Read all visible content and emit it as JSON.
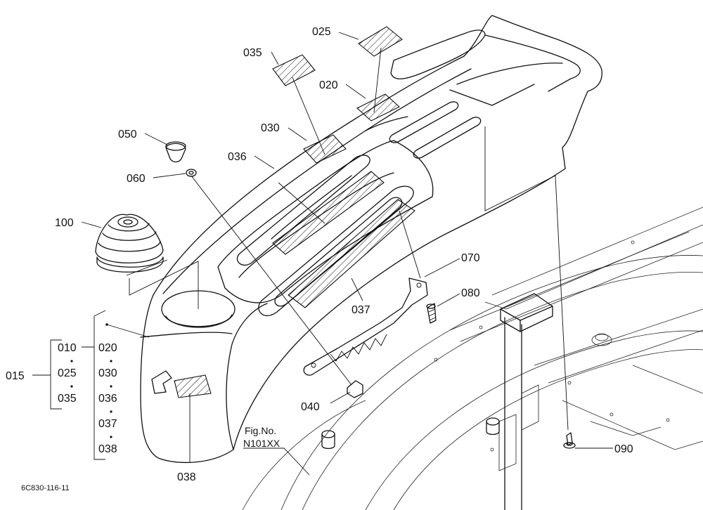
{
  "diagram": {
    "parts": [
      {
        "id": "p025",
        "number": "025"
      },
      {
        "id": "p035",
        "number": "035"
      },
      {
        "id": "p020",
        "number": "020"
      },
      {
        "id": "p030",
        "number": "030"
      },
      {
        "id": "p050",
        "number": "050"
      },
      {
        "id": "p036",
        "number": "036"
      },
      {
        "id": "p060",
        "number": "060"
      },
      {
        "id": "p100",
        "number": "100"
      },
      {
        "id": "p070",
        "number": "070"
      },
      {
        "id": "p080",
        "number": "080"
      },
      {
        "id": "p037",
        "number": "037"
      },
      {
        "id": "p040",
        "number": "040"
      },
      {
        "id": "p090",
        "number": "090"
      },
      {
        "id": "p038",
        "number": "038"
      }
    ],
    "kit": {
      "number": "015",
      "group_a": [
        "010",
        "025",
        "035"
      ],
      "group_b": [
        "020",
        "030",
        "036",
        "037",
        "038"
      ]
    },
    "figure_ref": {
      "line1": "Fig.No.",
      "line2": "N101XX"
    },
    "drawing_code": "6C830-116-11"
  }
}
